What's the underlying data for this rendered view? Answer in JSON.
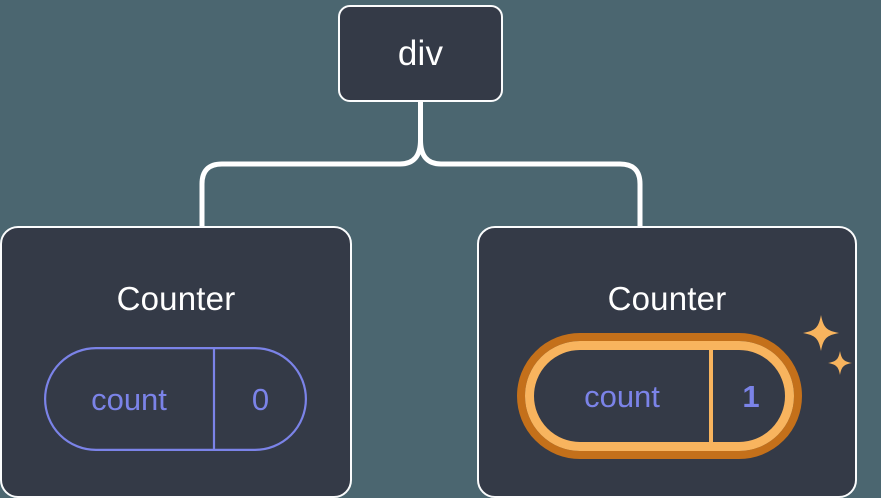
{
  "diagram": {
    "type": "component-tree",
    "description": "React component tree with a div parent and two Counter children; the second Counter's count state is highlighted as updated",
    "background_color": "#4b6670",
    "node_fill_color": "#343a47",
    "node_border_color": "#fbfcfd",
    "connector_color": "#ffffff",
    "state_color": "#7b83e8",
    "highlight_outer_color": "#c4701a",
    "highlight_inner_color": "#f8b45e"
  },
  "root": {
    "label": "div"
  },
  "children": [
    {
      "title": "Counter",
      "state": {
        "name": "count",
        "value": "0"
      },
      "highlighted": false
    },
    {
      "title": "Counter",
      "state": {
        "name": "count",
        "value": "1"
      },
      "highlighted": true,
      "sparkle_icons": [
        "sparkle-large",
        "sparkle-small"
      ]
    }
  ]
}
